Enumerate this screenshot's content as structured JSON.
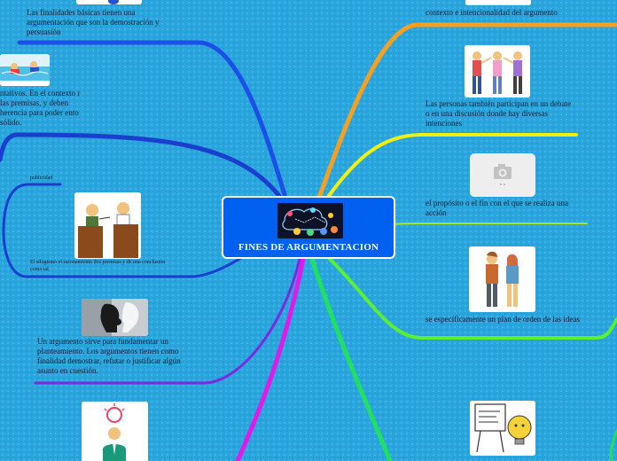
{
  "central": {
    "title": "FINES DE ARGUMENTACION",
    "image_icon": "brain-ideas-icon"
  },
  "colors": {
    "background": "#2aa6de",
    "central_fill": "#0060f0",
    "branch_blue": "#1c4fe8",
    "branch_blue_dark": "#1a3fcf",
    "branch_purple": "#7a2ae0",
    "branch_magenta": "#e01ae8",
    "branch_orange": "#f5a020",
    "branch_yellow": "#f0f010",
    "branch_lime": "#5cf032",
    "branch_green": "#20e060"
  },
  "left_branches": [
    {
      "text": "Las finalidades básicas  tienen una argumentación que son la demostración  y persuasión",
      "icon": "chat-image"
    },
    {
      "text": "ntativos. En el contexto r las premisas, y deben herencia para poder ento sólido.",
      "icon": "swimmers-image"
    },
    {
      "label": "publicidad",
      "text": "El silogismo el razonamiento dos premisas y de una conclusión como tal",
      "icon": "debate-podium-image"
    },
    {
      "text": "Un argumento sirve para fundamentar un planteamiento. Los argumentos tienen como finalidad demostrar, refutar o justificar algún asunto en cuestión.",
      "icon": "puzzle-heads-image"
    },
    {
      "text": "",
      "icon": "lightbulb-person-image"
    }
  ],
  "right_branches": [
    {
      "text": "contexto e intencionalidad del argumento",
      "icon": "thumbnail-image"
    },
    {
      "text": "Las personas también participan en un debate o en una discusión donde hay diversas intenciones",
      "icon": "arguing-people-image"
    },
    {
      "text": "el propósito o el fin con el que se realiza una acción",
      "icon": "camera-placeholder-icon"
    },
    {
      "text": "se específicamente un plan de orden de las ideas",
      "icon": "couple-image"
    },
    {
      "text": "",
      "icon": "presentation-board-image"
    }
  ]
}
